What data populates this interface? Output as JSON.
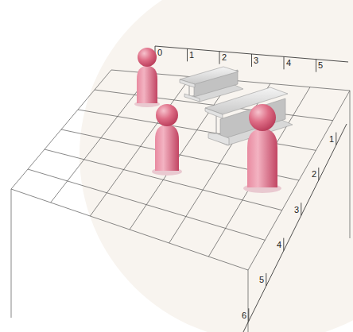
{
  "diagram": {
    "labels": [
      "0",
      "1",
      "2",
      "3",
      "4",
      "5",
      "1",
      "2",
      "3",
      "4",
      "5",
      "6"
    ]
  }
}
